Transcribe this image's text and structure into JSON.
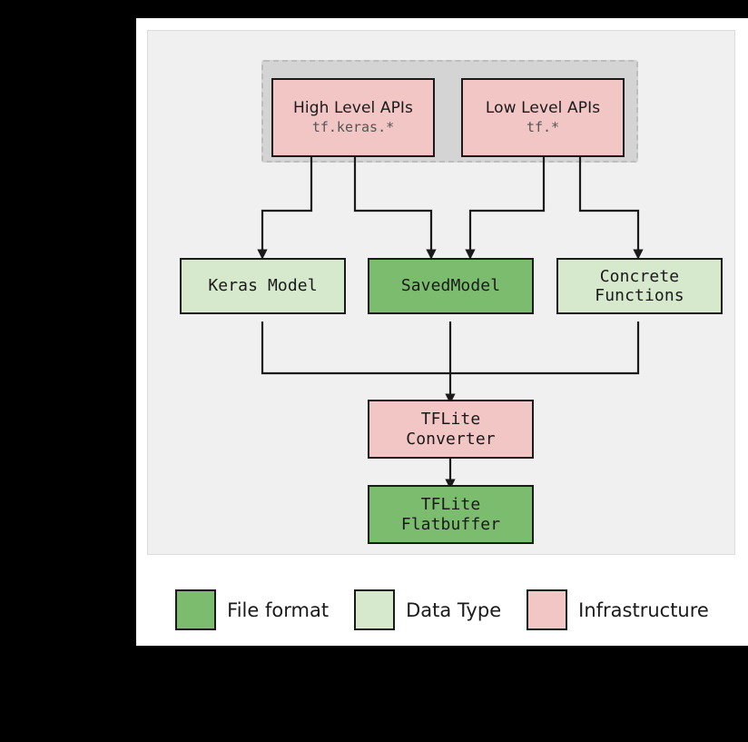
{
  "diagram": {
    "group": {
      "name": "api-group"
    },
    "nodes": [
      {
        "id": "high-level-apis",
        "title": "High Level APIs",
        "sub": "tf.keras.*",
        "color": "#f3c6c6",
        "category": "Infrastructure"
      },
      {
        "id": "low-level-apis",
        "title": "Low Level APIs",
        "sub": "tf.*",
        "color": "#f3c6c6",
        "category": "Infrastructure"
      },
      {
        "id": "keras-model",
        "title": "Keras Model",
        "sub": "",
        "color": "#d6e9cd",
        "category": "Data Type"
      },
      {
        "id": "saved-model",
        "title": "SavedModel",
        "sub": "",
        "color": "#7cbc6e",
        "category": "File format"
      },
      {
        "id": "concrete-functions",
        "title": "Concrete\nFunctions",
        "line1": "Concrete",
        "line2": "Functions",
        "color": "#d6e9cd",
        "category": "Data Type"
      },
      {
        "id": "tflite-converter",
        "line1": "TFLite",
        "line2": "Converter",
        "color": "#f3c6c6",
        "category": "Infrastructure"
      },
      {
        "id": "tflite-flatbuffer",
        "line1": "TFLite",
        "line2": "Flatbuffer",
        "color": "#7cbc6e",
        "category": "File format"
      }
    ],
    "edges": [
      {
        "from": "high-level-apis",
        "to": "keras-model"
      },
      {
        "from": "high-level-apis",
        "to": "saved-model"
      },
      {
        "from": "low-level-apis",
        "to": "saved-model"
      },
      {
        "from": "low-level-apis",
        "to": "concrete-functions"
      },
      {
        "from": "keras-model",
        "to": "tflite-converter"
      },
      {
        "from": "saved-model",
        "to": "tflite-converter"
      },
      {
        "from": "concrete-functions",
        "to": "tflite-converter"
      },
      {
        "from": "tflite-converter",
        "to": "tflite-flatbuffer"
      }
    ]
  },
  "legend": {
    "items": [
      {
        "label": "File format",
        "color": "#7cbc6e"
      },
      {
        "label": "Data Type",
        "color": "#d6e9cd"
      },
      {
        "label": "Infrastructure",
        "color": "#f3c6c6"
      }
    ]
  },
  "colors": {
    "file_format": "#7cbc6e",
    "data_type": "#d6e9cd",
    "infrastructure": "#f3c6c6",
    "panel_bg": "#f0f0f0",
    "group_bg": "#d4d4d4",
    "stroke": "#1a1a1a",
    "canvas_bg": "#ffffff",
    "page_bg": "#000000"
  }
}
